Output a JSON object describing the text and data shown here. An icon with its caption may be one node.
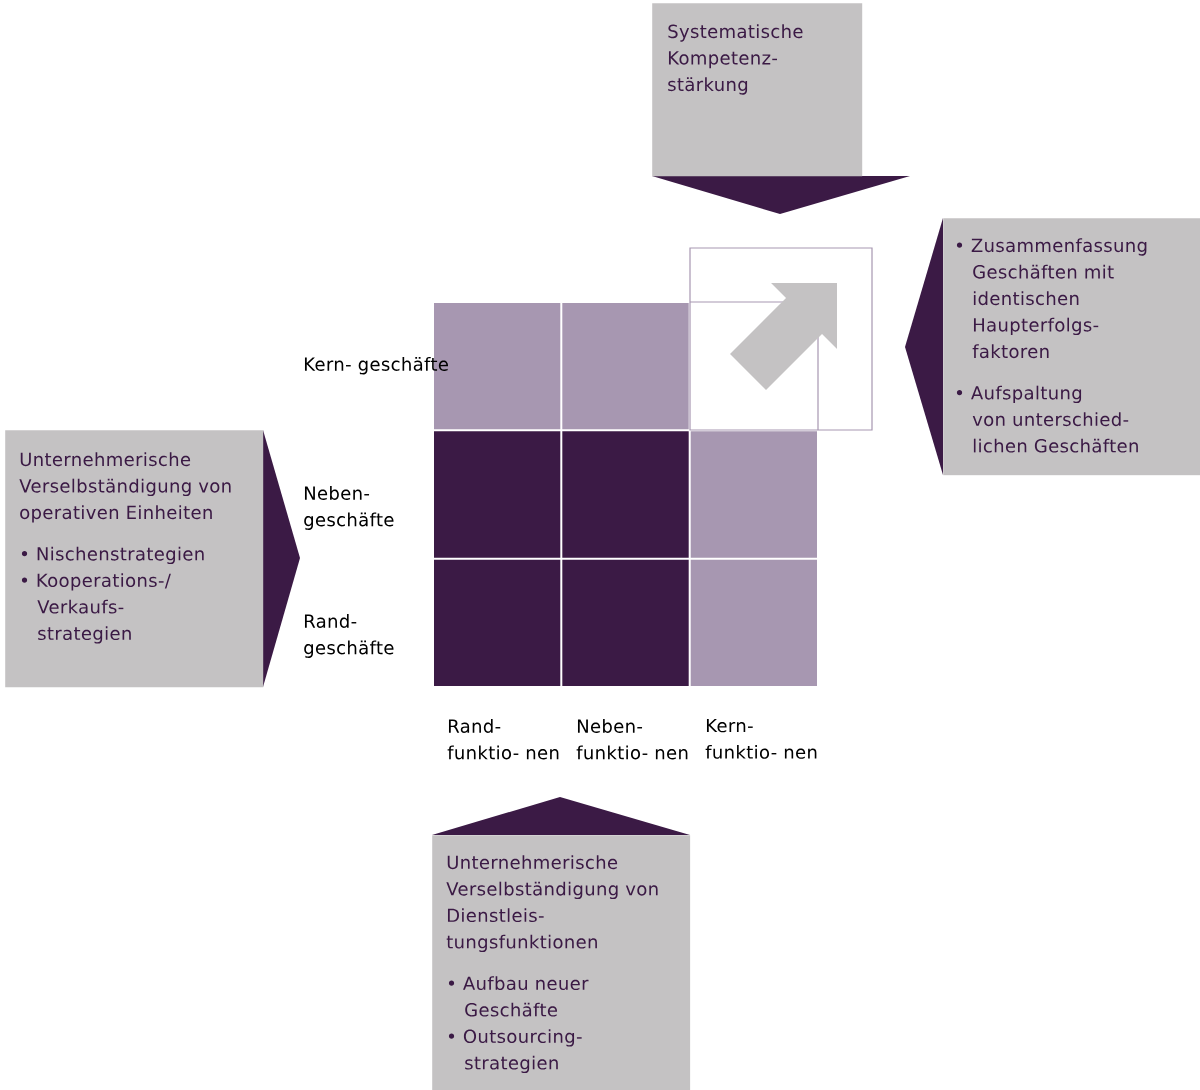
{
  "diagram": {
    "nodes": [
      {
        "text": [
          "Systematische Kompetenz- stärkung"
        ]
      },
      {
        "text": [
          "• Zusammenfassung Geschäften mit identischen Haupterfolgs- faktoren",
          "• Aufspaltung von unterschied- lichen Geschäften"
        ]
      },
      {
        "text": [
          "Unternehmerische Verselbständigung von operativen Einheiten",
          "• Nischenstrategien",
          "• Kooperations-/ Verkaufs- strategien"
        ]
      },
      {
        "text": [
          "Unternehmerische Verselbständigung von Dienstleis- tungsfunktionen",
          "• Aufbau neuer Geschäfte",
          "• Outsourcing- strategien"
        ]
      }
    ],
    "labels": [
      "Kern- geschäfte",
      "Neben- geschäfte",
      "Rand- geschäfte",
      "Rand- funktio- nen",
      "Neben- funktio- nen",
      "Kern- funktio- nen"
    ]
  }
}
